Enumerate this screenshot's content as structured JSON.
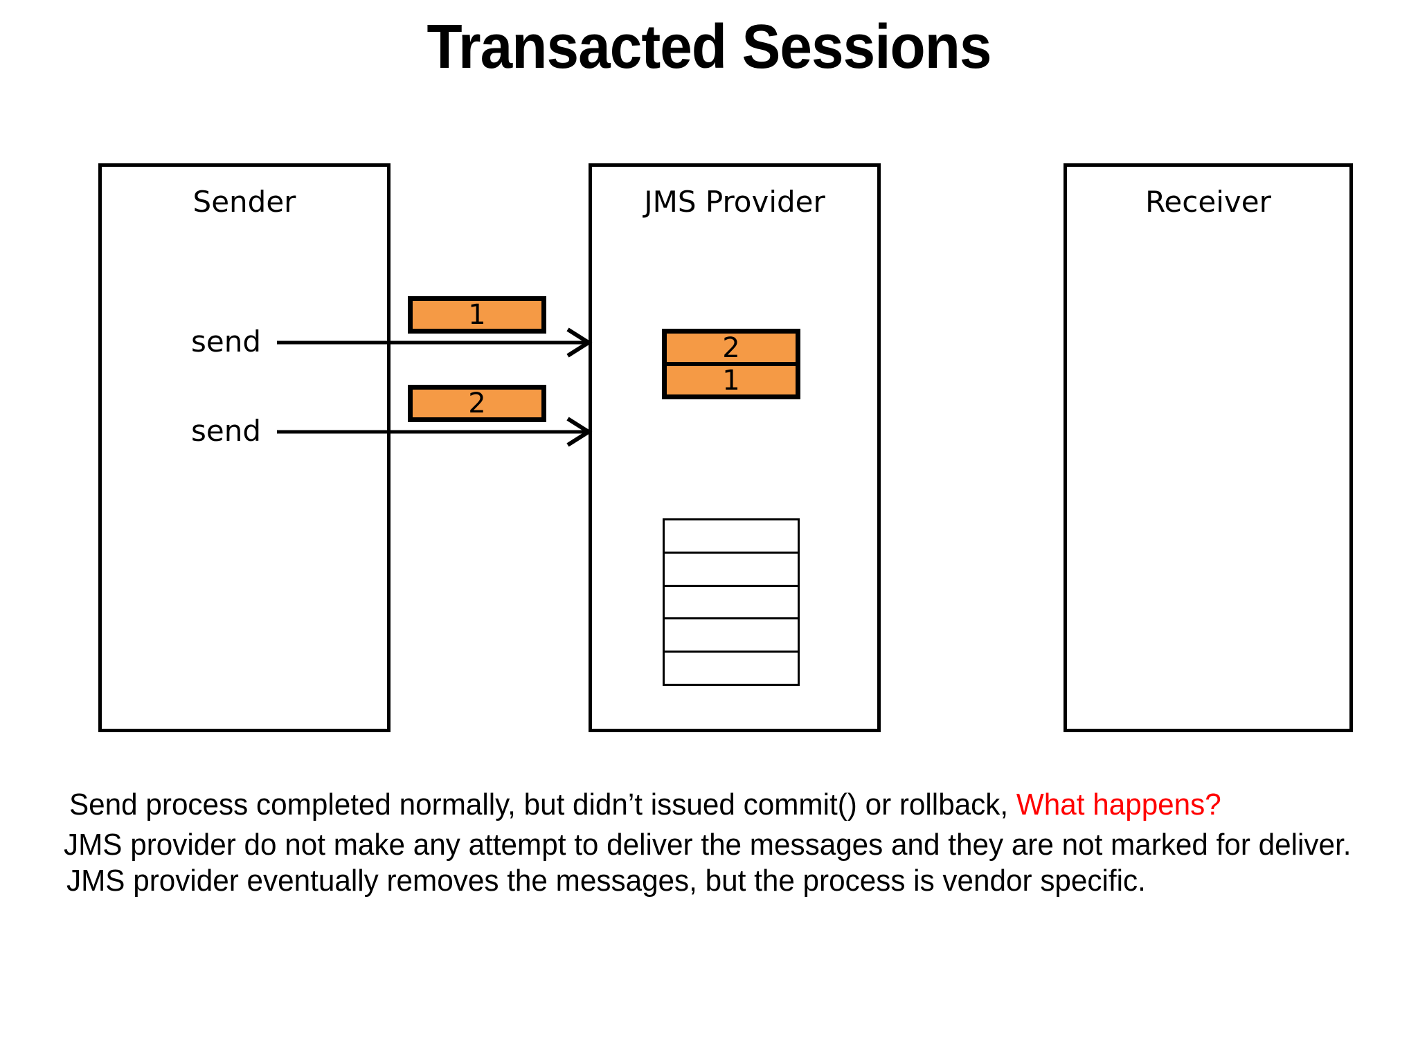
{
  "slide": {
    "title": "Transacted Sessions",
    "background_color": "#FFFFFF"
  },
  "colors": {
    "message_fill": "#F59A45",
    "stroke": "#000000",
    "accent_red": "#FF0000"
  },
  "lanes": [
    {
      "id": "sender",
      "label": "Sender"
    },
    {
      "id": "provider",
      "label": "JMS Provider"
    },
    {
      "id": "receiver",
      "label": "Receiver"
    }
  ],
  "sender": {
    "actions": [
      {
        "label": "send"
      },
      {
        "label": "send"
      }
    ]
  },
  "messages_in_flight": [
    {
      "id": "1",
      "label": "1"
    },
    {
      "id": "2",
      "label": "2"
    }
  ],
  "provider": {
    "message_stack": [
      {
        "label": "2"
      },
      {
        "label": "1"
      }
    ],
    "queue_rows": 5,
    "queue_labels": [
      "",
      "",
      "",
      "",
      ""
    ]
  },
  "caption": {
    "line1_black": "Send process completed normally, but didn’t issued commit() or rollback, ",
    "line1_red": "What happens?",
    "line2": "JMS provider do not make any attempt to deliver the messages and they are not marked for deliver.",
    "line3": "JMS provider eventually removes the messages, but the process is vendor specific."
  }
}
